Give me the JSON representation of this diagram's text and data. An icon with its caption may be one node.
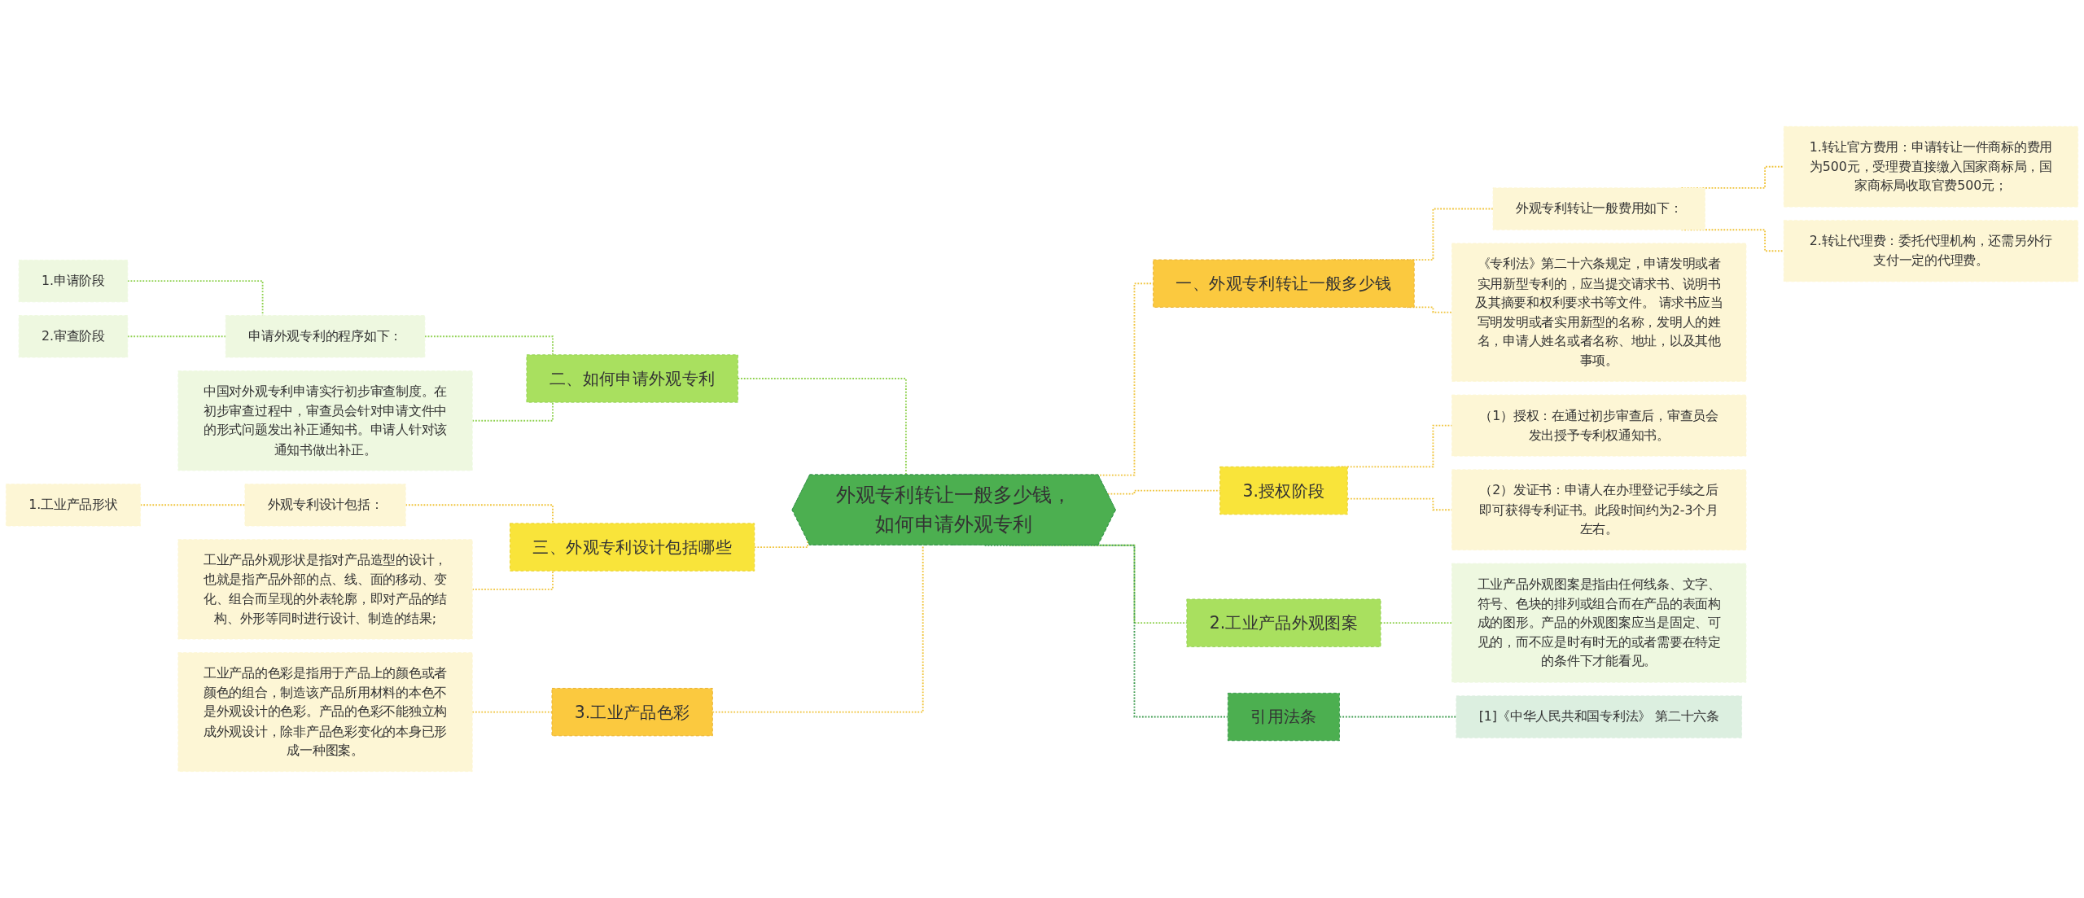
{
  "diagram": {
    "nodes": [
      {
        "text": [
          "外观专利转让一般多少钱，如何申请外观专利"
        ]
      },
      {
        "text": [
          "二、如何申请外观专利"
        ]
      },
      {
        "text": [
          "申请外观专利的程序如下："
        ]
      },
      {
        "text": [
          "1.申请阶段"
        ]
      },
      {
        "text": [
          "2.审查阶段"
        ]
      },
      {
        "text": [
          "中国对外观专利申请实行初步审查制度。在初步审查过程中，审查员会针对申请文件中的形式问题发出补正通知书。申请人针对该通知书做出补正。"
        ]
      },
      {
        "text": [
          "三、外观专利设计包括哪些"
        ]
      },
      {
        "text": [
          "外观专利设计包括："
        ]
      },
      {
        "text": [
          "1.工业产品形状"
        ]
      },
      {
        "text": [
          "工业产品外观形状是指对产品造型的设计，也就是指产品外部的点、线、面的移动、变化、组合而呈现的外表轮廓，即对产品的结构、外形等同时进行设计、制造的结果;"
        ]
      },
      {
        "text": [
          "3.工业产品色彩"
        ]
      },
      {
        "text": [
          "工业产品的色彩是指用于产品上的颜色或者颜色的组合，制造该产品所用材料的本色不是外观设计的色彩。产品的色彩不能独立构成外观设计，除非产品色彩变化的本身已形成一种图案。"
        ]
      },
      {
        "text": [
          "一、外观专利转让一般多少钱"
        ]
      },
      {
        "text": [
          "外观专利转让一般费用如下："
        ]
      },
      {
        "text": [
          "1.转让官方费用：申请转让一件商标的费用为500元，受理费直接缴入国家商标局，国家商标局收取官费500元；"
        ]
      },
      {
        "text": [
          "2.转让代理费：委托代理机构，还需另外行支付一定的代理费。"
        ]
      },
      {
        "text": [
          "《专利法》第二十六条规定，申请发明或者实用新型专利的，应当提交请求书、说明书及其摘要和权利要求书等文件。 请求书应当写明发明或者实用新型的名称，发明人的姓名，申请人姓名或者名称、地址，以及其他事项。"
        ]
      },
      {
        "text": [
          "3.授权阶段"
        ]
      },
      {
        "text": [
          "（1）授权：在通过初步审查后，审查员会发出授予专利权通知书。"
        ]
      },
      {
        "text": [
          "（2）发证书：申请人在办理登记手续之后即可获得专利证书。此段时间约为2-3个月左右。"
        ]
      },
      {
        "text": [
          "2.工业产品外观图案"
        ]
      },
      {
        "text": [
          "工业产品外观图案是指由任何线条、文字、符号、色块的排列或组合而在产品的表面构成的图形。产品的外观图案应当是固定、可见的，而不应是时有时无的或者需要在特定的条件下才能看见。"
        ]
      },
      {
        "text": [
          "引用法条"
        ]
      },
      {
        "text": [
          "[1]《中华人民共和国专利法》 第二十六条"
        ]
      }
    ],
    "edges": [
      {
        "from": 1,
        "to": 0,
        "arrow": "none",
        "style": "dashed",
        "color": "#8fd14f"
      },
      {
        "from": 2,
        "to": 1,
        "arrow": "none",
        "style": "dashed",
        "color": "#8fd14f"
      },
      {
        "from": 3,
        "to": 2,
        "arrow": "none",
        "style": "dashed",
        "color": "#8fd14f"
      },
      {
        "from": 4,
        "to": 2,
        "arrow": "none",
        "style": "dashed",
        "color": "#8fd14f"
      },
      {
        "from": 5,
        "to": 1,
        "arrow": "none",
        "style": "dashed",
        "color": "#8fd14f"
      },
      {
        "from": 6,
        "to": 0,
        "arrow": "none",
        "style": "dashed"
      },
      {
        "from": 7,
        "to": 6,
        "arrow": "none",
        "style": "dashed"
      },
      {
        "from": 8,
        "to": 7,
        "arrow": "none",
        "style": "dashed"
      },
      {
        "from": 9,
        "to": 6,
        "arrow": "none",
        "style": "dashed"
      },
      {
        "from": 10,
        "to": 0,
        "arrow": "none",
        "style": "dashed"
      },
      {
        "from": 11,
        "to": 10,
        "arrow": "none",
        "style": "dashed"
      },
      {
        "from": 0,
        "to": 12,
        "arrow": "none",
        "style": "dashed"
      },
      {
        "from": 12,
        "to": 13,
        "arrow": "none",
        "style": "dashed"
      },
      {
        "from": 13,
        "to": 14,
        "arrow": "none",
        "style": "dashed"
      },
      {
        "from": 13,
        "to": 15,
        "arrow": "none",
        "style": "dashed"
      },
      {
        "from": 12,
        "to": 16,
        "arrow": "none",
        "style": "dashed"
      },
      {
        "from": 0,
        "to": 17,
        "arrow": "none",
        "style": "dashed"
      },
      {
        "from": 17,
        "to": 18,
        "arrow": "none",
        "style": "dashed"
      },
      {
        "from": 17,
        "to": 19,
        "arrow": "none",
        "style": "dashed"
      },
      {
        "from": 0,
        "to": 20,
        "arrow": "none",
        "style": "dashed",
        "color": "#8fd14f"
      },
      {
        "from": 20,
        "to": 21,
        "arrow": "none",
        "style": "dashed",
        "color": "#8fd14f"
      },
      {
        "from": 0,
        "to": 22,
        "arrow": "none",
        "style": "dashed",
        "color": "#3d9b4f"
      },
      {
        "from": 22,
        "to": 23,
        "arrow": "none",
        "style": "dashed",
        "color": "#3d9b4f"
      }
    ]
  }
}
